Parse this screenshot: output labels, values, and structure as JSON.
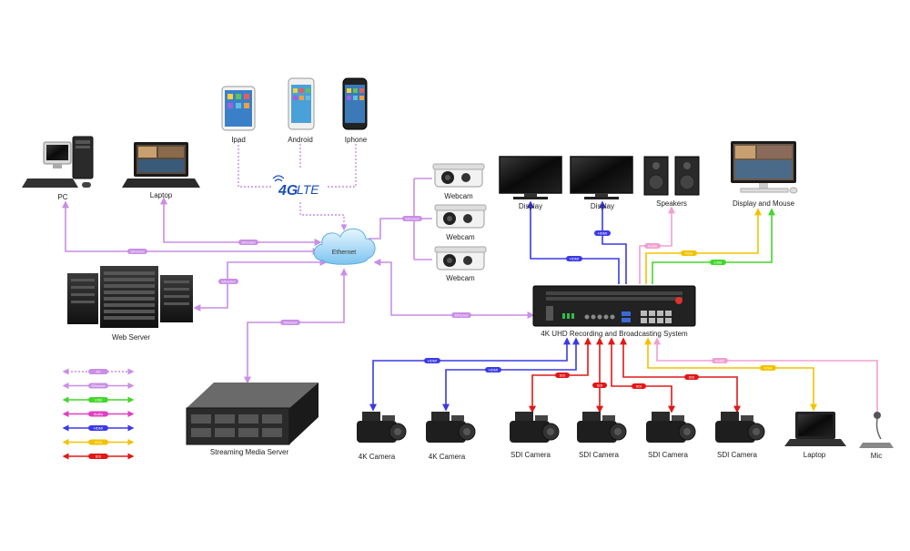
{
  "colors": {
    "ethernet": "#c98ee6",
    "fourg": "#c98ee6",
    "usb": "#44d62c",
    "audio": "#e040c0",
    "hdmi": "#3a3ae6",
    "vga": "#f2c200",
    "sdi": "#e01818",
    "pink": "#f0a0d0"
  },
  "hub": {
    "label": "Ethernet"
  },
  "lte": {
    "part1": "4G",
    "part2": "LTE"
  },
  "devices": {
    "pc": "PC",
    "laptop_top": "Laptop",
    "ipad": "Ipad",
    "android": "Android",
    "iphone": "Iphone",
    "webcam1": "Webcam",
    "webcam2": "Webcam",
    "webcam3": "Webcam",
    "display1": "Display",
    "display2": "Display",
    "speakers": "Speakers",
    "display_mouse": "Display and  Mouse",
    "web_server": "Web Server",
    "streaming_server": "Streaming Media Server",
    "main_system": "4K UHD Recording and Broadcasting System",
    "cam1": "4K Camera",
    "cam2": "4K Camera",
    "cam3": "SDI Camera",
    "cam4": "SDI Camera",
    "cam5": "SDI Camera",
    "cam6": "SDI Camera",
    "laptop_bottom": "Laptop",
    "mic": "Mic"
  },
  "link_labels": {
    "ethernet": "Ethernet",
    "hdmi": "HDMI",
    "sdi": "SDI",
    "audio": "Audio",
    "vga": "VGA",
    "usb": "USB",
    "fourg": "4G"
  },
  "legend": [
    {
      "key": "4g",
      "label": "4G",
      "color": "#c98ee6",
      "dashed": true
    },
    {
      "key": "ethernet",
      "label": "Ethernet",
      "color": "#c98ee6",
      "dashed": false
    },
    {
      "key": "usb",
      "label": "USB",
      "color": "#44d62c",
      "dashed": false
    },
    {
      "key": "audio",
      "label": "Audio",
      "color": "#e040c0",
      "dashed": false
    },
    {
      "key": "hdmi",
      "label": "HDMI",
      "color": "#3a3ae6",
      "dashed": false
    },
    {
      "key": "vga",
      "label": "VGA",
      "color": "#f2c200",
      "dashed": false
    },
    {
      "key": "sdi",
      "label": "SDI",
      "color": "#e01818",
      "dashed": false
    }
  ]
}
